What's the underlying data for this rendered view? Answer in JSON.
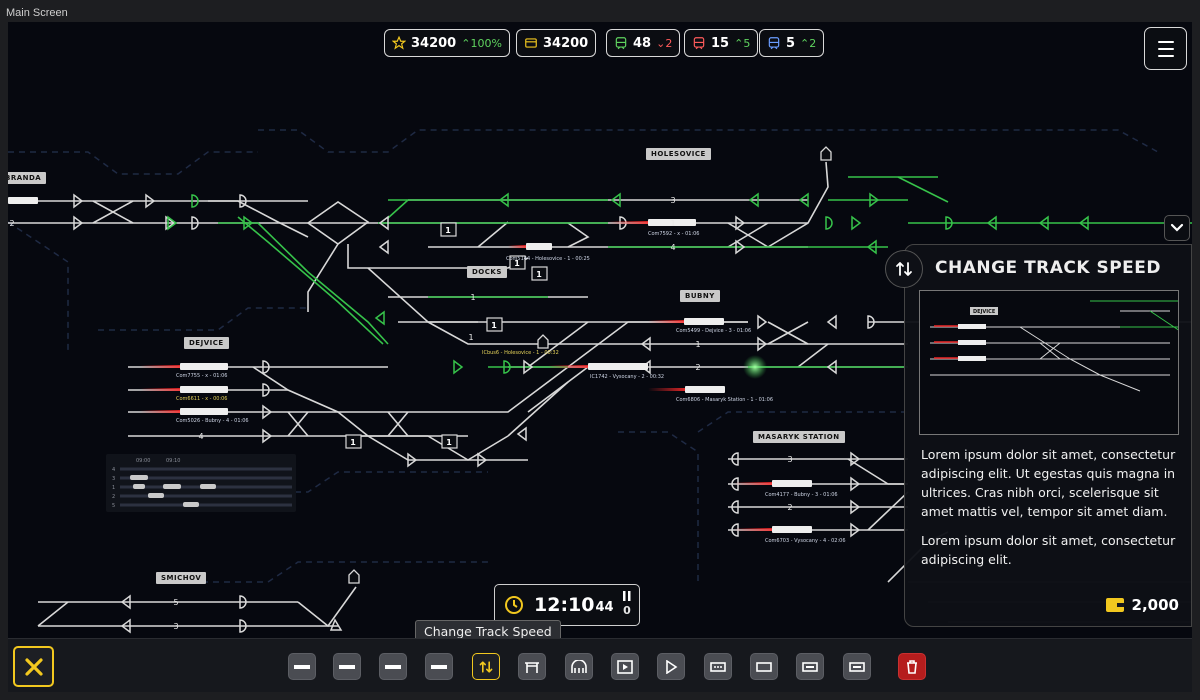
{
  "window": {
    "title": "Main Screen"
  },
  "hud": {
    "rating": {
      "value": "34200",
      "delta": "100%"
    },
    "money": {
      "value": "34200"
    },
    "green_trains": {
      "value": "48",
      "delta": "2"
    },
    "red_trains": {
      "value": "15",
      "delta": "5"
    },
    "blue_trains": {
      "value": "5",
      "delta": "2"
    }
  },
  "colors": {
    "accent": "#f2c81f",
    "track": "#d8d8d8",
    "active_track": "#36c24a",
    "danger": "#b51d1d",
    "background": "#06080f"
  },
  "map": {
    "stations": [
      "HOLESOVICE",
      "DOCKS",
      "BUBNY",
      "DEJVICE",
      "MASARYK STATION",
      "SMICHOV",
      "BRANDA"
    ],
    "tracks": {
      "holesovice": [
        "3",
        "1",
        "4"
      ],
      "docks": [
        "1",
        "1"
      ],
      "bubny": [
        "1",
        "2"
      ],
      "dejvice": [
        "4"
      ],
      "masaryk": [
        "3",
        "2"
      ],
      "smichov": [
        "5",
        "3"
      ],
      "west": [
        "2"
      ]
    },
    "trains": [
      "Com7592 - x - 01:06",
      "Com5144 - Holesovice - 1 - 00:25",
      "Com5499 - Dejvice - 3 - 01:06",
      "IC1742 - Vysocany - 2 - 00:32",
      "Com6806 - Masaryk Station - 1 - 01:06",
      "Com7755 - x - 01:06",
      "Com6611 - x - 00:06",
      "Com5026 - Bubny - 4 - 01:06",
      "ICbus6 - Holesovice - 1 - 00:32",
      "Com4177 - Bubny - 3 - 01:06",
      "Com6703 - Vysocany - 4 - 02:06"
    ],
    "timetable": {
      "times": [
        "09:00",
        "09:10"
      ],
      "rows": [
        "4",
        "3",
        "1",
        "2",
        "5"
      ]
    },
    "block_counts": [
      "1",
      "1",
      "1",
      "1",
      "1",
      "1"
    ]
  },
  "panel": {
    "title": "CHANGE TRACK SPEED",
    "icon": "swap-vertical-icon",
    "preview_station": "DEJVICE",
    "paragraph1": "Lorem ipsum dolor sit amet, consectetur adipiscing elit. Ut egestas quis magna in ultrices. Cras nibh orci, scelerisque sit amet mattis vel, tempor sit amet diam.",
    "paragraph2": "Lorem ipsum dolor sit amet, consectetur adipiscing elit.",
    "cost": "2,000"
  },
  "clock": {
    "time": "12:10",
    "seconds": "44",
    "speed": "0"
  },
  "tooltip": "Change Track Speed",
  "toolbar": {
    "tools": [
      "track-straight",
      "track-straight",
      "track-straight",
      "track-straight",
      "change-track-speed",
      "platform",
      "tunnel",
      "signal-block",
      "signal",
      "bridge",
      "platform-short",
      "station-block",
      "station-block-2",
      "delete"
    ],
    "active": "change-track-speed"
  }
}
